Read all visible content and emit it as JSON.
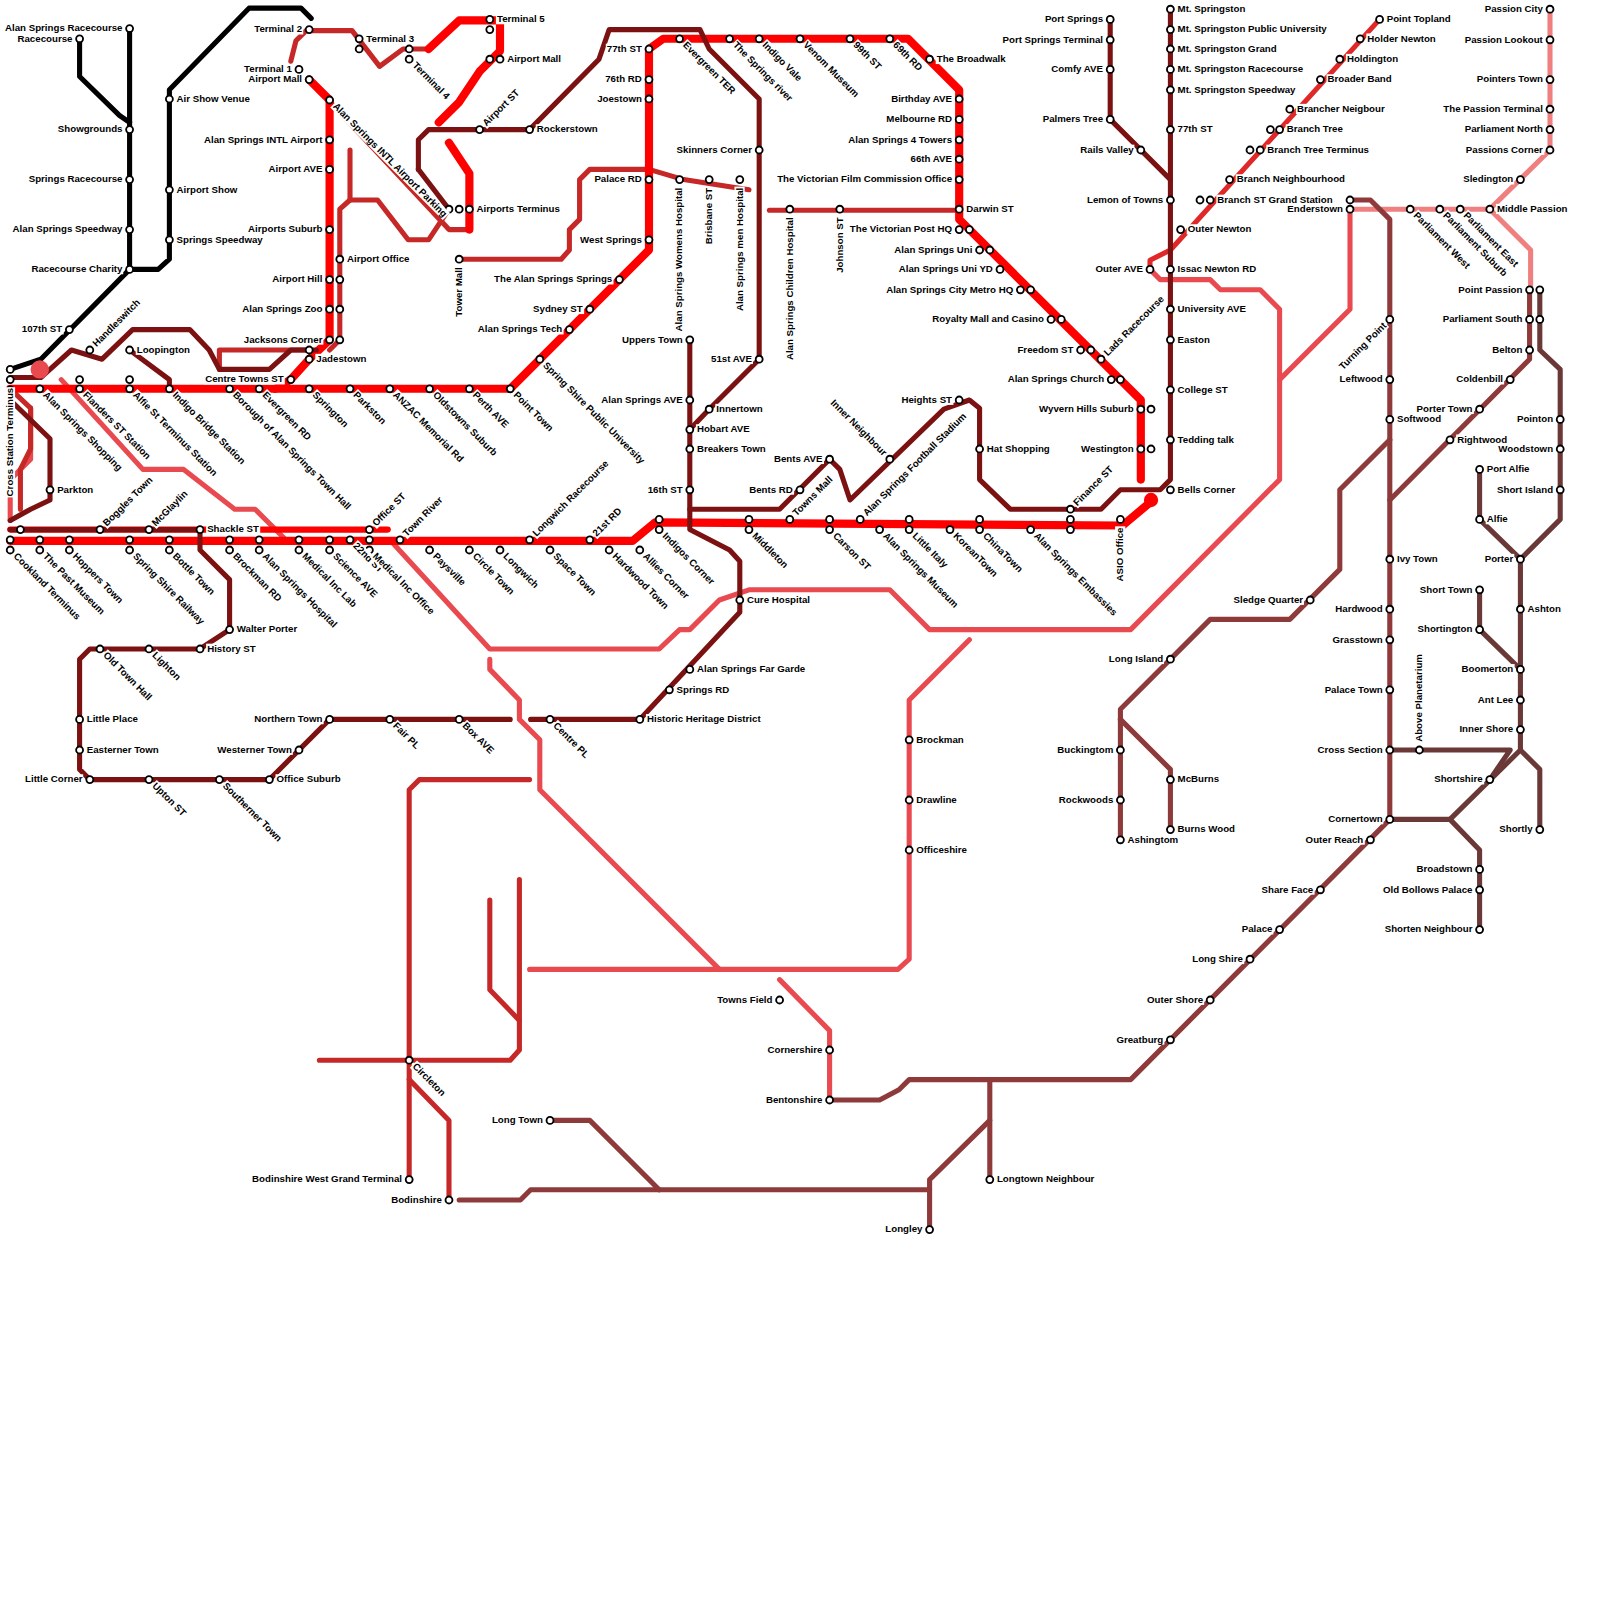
{
  "diagram": {
    "labels": [
      "Alan Springs Racecourse",
      "Racecourse",
      "Showgrounds",
      "Springs Racecourse",
      "Alan Springs Speedway",
      "Racecourse Charity",
      "Air Show Venue",
      "Airport Show",
      "Springs Speedway",
      "107th ST",
      "Terminal 2",
      "Terminal 3",
      "Terminal 1",
      "Airport Mall",
      "Terminal 4",
      "Terminal 5",
      "Airport Mall",
      "Airport ST",
      "Rockerstown",
      "Alan Springs INTL Airport Parking",
      "Alan Springs INTL Airport",
      "Airport AVE",
      "Airports Terminus",
      "Tower Mall",
      "Airports Suburb",
      "Airport Office",
      "Airport Hill",
      "Alan Springs Zoo",
      "Jacksons Corner",
      "Jadestown",
      "Centre Towns ST",
      "Handleswitch",
      "Loopington",
      "Parkton",
      "Cross Station Terminus",
      "Alan Springs Shopping",
      "Flanders ST Station",
      "Alfie St Terminus Station",
      "Indigo Bridge Station",
      "Borough of Alan Springs Town Hall",
      "Evergreen RD",
      "Springton",
      "Parkston",
      "ANZAC Memorial Rd",
      "Oldstowns Suburb",
      "Perth AVE",
      "Point Town",
      "Spring Shire Public University",
      "Alan Springs Tech",
      "Sydney ST",
      "The Alan Springs Springs",
      "West Springs",
      "Palace RD",
      "Joestown",
      "76th RD",
      "77th ST",
      "Evergreen TER",
      "The Springs river",
      "Indigo Vale",
      "Venom Museum",
      "99th ST",
      "69th RD",
      "The Broadwalk",
      "Birthday AVE",
      "Melbourne RD",
      "Alan Springs 4 Towers",
      "66th AVE",
      "The Victorian Film Commission Office",
      "Darwin ST",
      "The Victorian Post HQ",
      "Alan Springs Uni",
      "Alan Springs Uni YD",
      "Alan Springs City Metro HQ",
      "Royalty Mall and Casino",
      "Freedom ST",
      "Lads Racecourse",
      "Alan Springs Church",
      "Wyvern Hills Suburb",
      "Westington",
      "Alan Springs Womens Hospital",
      "Brisbane ST",
      "Alan Springs men Hospital",
      "Alan Springs Children Hospital",
      "Johnson ST",
      "Skinners Corner",
      "51st AVE",
      "Uppers Town",
      "Alan Springs AVE",
      "Innertown",
      "Hobart AVE",
      "Breakers Town",
      "16th ST",
      "Bents AVE",
      "Bents RD",
      "Towns Mall",
      "Inner Neighbour",
      "Alan Springs Football Stadium",
      "Heights ST",
      "Hat Shopping",
      "Finance ST",
      "ASIO Office",
      "Boggles Town",
      "McGlaylin",
      "Shackle ST",
      "Office ST",
      "Town River",
      "Longwich Racecourse",
      "21st RD",
      "Cookland Terminus",
      "The Past Museum",
      "Hoppers Town",
      "Spring Shire Railway",
      "Bottle Town",
      "Brockman RD",
      "Alan Springs Hospital",
      "Medical Inc Lab",
      "Science AVE",
      "22nd ST",
      "Medical Inc Office",
      "Paysville",
      "Circle Town",
      "Longwich",
      "Space Town",
      "Hardwood Town",
      "Allies Corner",
      "Indigos Corner",
      "Middleton",
      "Carson ST",
      "Alan Springs Museum",
      "Little Italy",
      "KoreanTown",
      "ChinaTown",
      "Alan Springs Embassies",
      "Walter Porter",
      "History ST",
      "Old Town Hall",
      "Lighton",
      "Little Place",
      "Easterner Town",
      "Little Corner",
      "Upton ST",
      "Southerner Town",
      "Office Suburb",
      "Westerner Town",
      "Northern Town",
      "Fair PL",
      "Box AVE",
      "Centre PL",
      "Historic Heritage District",
      "Springs RD",
      "Alan Springs Far Garde",
      "Cure Hospital",
      "Brockman",
      "Drawline",
      "Officeshire",
      "Towns Field",
      "Cornershire",
      "Bentonshire",
      "Circleton",
      "Bodinshire West Grand Terminal",
      "Bodinshire",
      "Long Town",
      "Longley",
      "Longtown Neighbour",
      "Port Springs",
      "Port Springs Terminal",
      "Comfy AVE",
      "Palmers Tree",
      "Rails Valley",
      "Mt. Springston",
      "Mt. Springston Public University",
      "Mt. Springston Grand",
      "Mt. Springston Racecourse",
      "Mt. Springston Speedway",
      "77th ST",
      "Lemon of Towns",
      "Outer Newton",
      "Outer AVE",
      "Issac Newton RD",
      "University AVE",
      "Easton",
      "College ST",
      "Tedding talk",
      "Bells Corner",
      "Point Topland",
      "Holder Newton",
      "Holdington",
      "Broader Band",
      "Brancher Neigbour",
      "Branch Tree",
      "Branch Tree Terminus",
      "Branch Neighbourhood",
      "Branch ST Grand Station",
      "Enderstown",
      "Parliament West",
      "Parliament Suburb",
      "Parliament East",
      "Middle Passion",
      "Passion City",
      "Passion Lookout",
      "Pointers Town",
      "The Passion Terminal",
      "Parliament North",
      "Passions Corner",
      "Sledington",
      "Point Passion",
      "Parliament South",
      "Belton",
      "Coldenbill",
      "Porter Town",
      "Rightwood",
      "Pointon",
      "Woodstown",
      "Short Island",
      "Port Alfie",
      "Alfie",
      "Porter",
      "Ashton",
      "Short Town",
      "Shortington",
      "Boomerton",
      "Ant Lee",
      "Inner Shore",
      "Shortshire",
      "Shortly",
      "Broadstown",
      "Old Bollows Palace",
      "Shorten Neighbour",
      "Turning Point",
      "Leftwood",
      "Softwood",
      "Ivy Town",
      "Hardwood",
      "Grasstown",
      "Palace Town",
      "Cross Section",
      "Above Planetarium",
      "Cornertown",
      "Outer Reach",
      "Share Face",
      "Palace",
      "Long Shire",
      "Outer Shore",
      "Greatburg",
      "Sledge Quarter",
      "Long Island",
      "Buckingtom",
      "Rockwoods",
      "Ashingtom",
      "McBurns",
      "Burns Wood"
    ]
  }
}
